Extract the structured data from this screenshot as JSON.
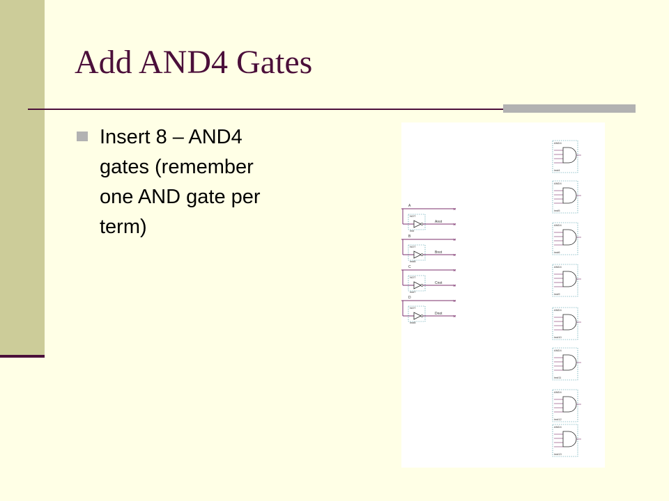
{
  "slide": {
    "title": "Add AND4 Gates",
    "bullets": [
      {
        "text": "Insert 8 – AND4 gates (remember one AND gate per term)"
      }
    ]
  },
  "schematic": {
    "inputs": [
      {
        "name": "A",
        "inst": "inst",
        "wire_label": "Anot"
      },
      {
        "name": "B",
        "inst": "inst8",
        "wire_label": "Bnot"
      },
      {
        "name": "C",
        "inst": "inst7",
        "wire_label": "Cnot"
      },
      {
        "name": "D",
        "inst": "inst8",
        "wire_label": "Dnot"
      }
    ],
    "gates": [
      {
        "type": "AND4",
        "inst": "inst4"
      },
      {
        "type": "AND4",
        "inst": "inst5"
      },
      {
        "type": "AND4",
        "inst": "inst6"
      },
      {
        "type": "AND4",
        "inst": "inst9"
      },
      {
        "type": "AND4",
        "inst": "inst10"
      },
      {
        "type": "AND4",
        "inst": "inst11"
      },
      {
        "type": "AND4",
        "inst": "inst12"
      },
      {
        "type": "AND4",
        "inst": "inst13"
      }
    ]
  },
  "colors": {
    "background": "#FFFFE6",
    "sidebar": "#CCCC99",
    "accent": "#4B0F3A",
    "bullet_marker": "#B2B2B2",
    "wire": "#7B2F6B",
    "gate_box": "#2E8B9A"
  }
}
